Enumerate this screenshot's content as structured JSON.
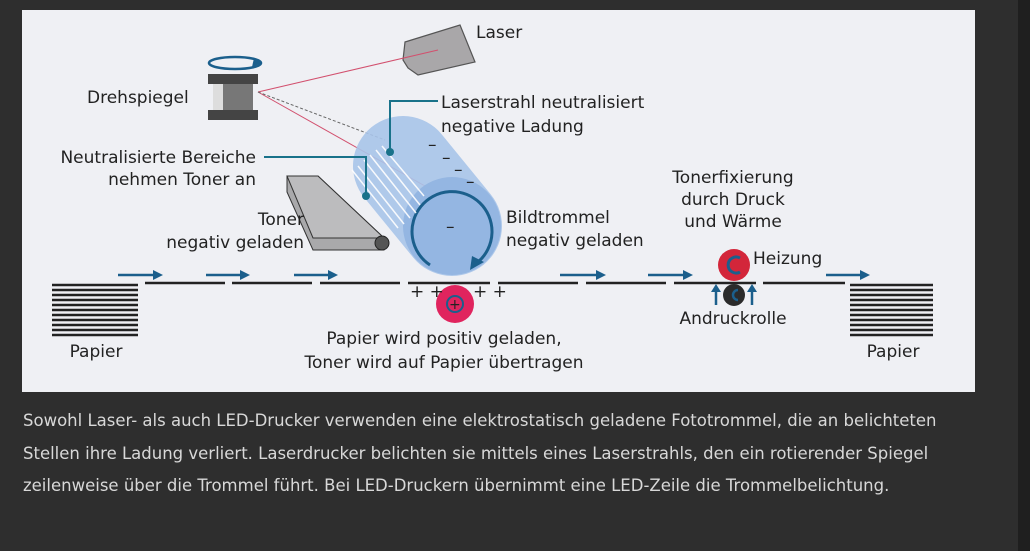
{
  "diagram": {
    "labels": {
      "laser": "Laser",
      "mirror": "Drehspiegel",
      "beam_line1": "Laserstrahl neutralisiert",
      "beam_line2": "negative Ladung",
      "areas_line1": "Neutralisierte Bereiche",
      "areas_line2": "nehmen Toner an",
      "toner_line1": "Toner",
      "toner_line2": "negativ geladen",
      "drum_line1": "Bildtrommel",
      "drum_line2": "negativ geladen",
      "fix_line1": "Tonerfixierung",
      "fix_line2": "durch Druck",
      "fix_line3": "und Wärme",
      "heater": "Heizung",
      "pressure_roller": "Andruckrolle",
      "paper_left": "Papier",
      "paper_right": "Papier",
      "transfer_line1": "Papier wird positiv geladen,",
      "transfer_line2": "Toner wird auf Papier übertragen",
      "plus_marks": "+ +",
      "minus": "–"
    },
    "colors": {
      "accent": "#1b5f8c",
      "callout": "#19728a",
      "laser_beam": "#d2506e",
      "drum": "#9dbde6",
      "heater": "#d3263a",
      "transfer_roller": "#e0245e"
    }
  },
  "caption": "Sowohl Laser- als auch LED-Drucker verwenden eine elektrostatisch geladene Fototrommel, die an belichteten Stellen ihre Ladung verliert. Laserdrucker belichten sie mittels eines Laserstrahls, den ein rotierender Spiegel zeilenweise über die Trommel führt. Bei LED-Druckern übernimmt eine LED-Zeile die Trommelbelichtung."
}
